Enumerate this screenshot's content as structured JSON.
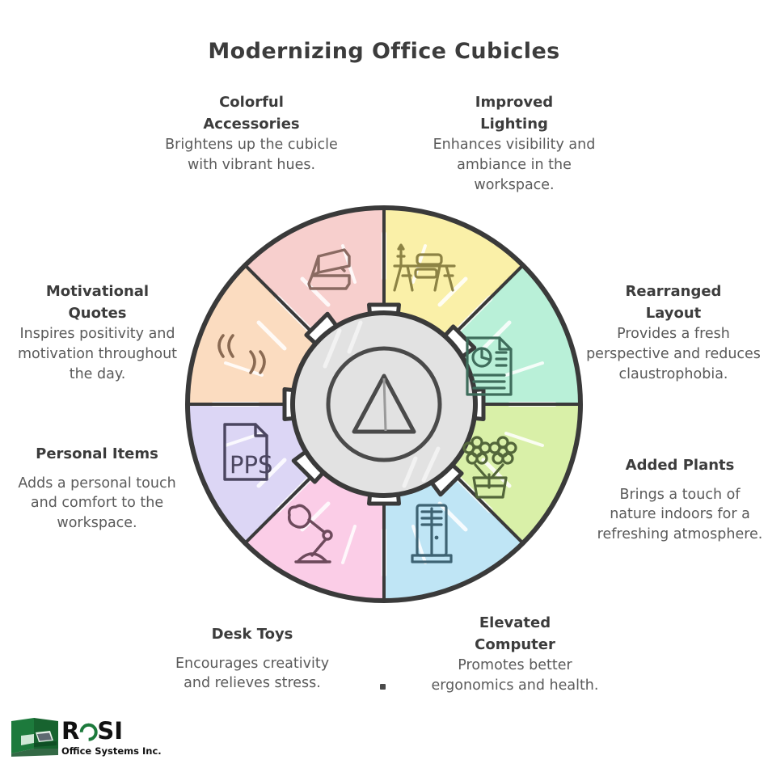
{
  "header": {
    "title": "Modernizing Office Cubicles"
  },
  "wheel": {
    "center_icon": "triangle-in-circle-icon",
    "hub_color": "#e2e2e2",
    "outline_color": "#3a3a3a",
    "segments": [
      {
        "key": "colorful-accessories",
        "title": "Colorful\nAccessories",
        "title_line1": "Colorful",
        "title_line2": "Accessories",
        "desc": "Brightens up the cubicle with vibrant hues.",
        "color": "#f7cfcd",
        "icon": "stapler-icon",
        "icon_color": "#8a6a62"
      },
      {
        "key": "improved-lighting",
        "title": "Improved\nLighting",
        "title_line1": "Improved",
        "title_line2": "Lighting",
        "desc": "Enhances visibility and ambiance in the workspace.",
        "color": "#faf0a8",
        "icon": "desk-workbench-icon",
        "icon_color": "#8d8344"
      },
      {
        "key": "rearranged-layout",
        "title": "Rearranged\nLayout",
        "title_line1": "Rearranged",
        "title_line2": "Layout",
        "desc": "Provides a fresh perspective and reduces claustrophobia.",
        "color": "#b9f0d8",
        "icon": "report-document-icon",
        "icon_color": "#3f6d5c"
      },
      {
        "key": "added-plants",
        "title": "Added Plants",
        "title_line1": "Added Plants",
        "title_line2": "",
        "desc": "Brings a touch of nature indoors for a refreshing atmosphere.",
        "color": "#d9f0a8",
        "icon": "potted-flowers-icon",
        "icon_color": "#53663a"
      },
      {
        "key": "elevated-computer",
        "title": "Elevated\nComputer",
        "title_line1": "Elevated",
        "title_line2": "Computer",
        "desc": "Promotes better ergonomics and health.",
        "color": "#bfe5f5",
        "icon": "computer-tower-icon",
        "icon_color": "#3e6373"
      },
      {
        "key": "desk-toys",
        "title": "Desk Toys",
        "title_line1": "Desk Toys",
        "title_line2": "",
        "desc": "Encourages creativity and relieves stress.",
        "color": "#fbcde7",
        "icon": "desk-lamp-icon",
        "icon_color": "#6d4a5c"
      },
      {
        "key": "personal-items",
        "title": "Personal Items",
        "title_line1": "Personal Items",
        "title_line2": "",
        "desc": "Adds a personal touch and comfort to the workspace.",
        "color": "#dcd6f5",
        "icon": "pps-file-icon",
        "icon_label": "PPS",
        "icon_color": "#4b4660"
      },
      {
        "key": "motivational-quotes",
        "title": "Motivational\nQuotes",
        "title_line1": "Motivational",
        "title_line2": "Quotes",
        "desc": "Inspires positivity and motivation throughout the day.",
        "color": "#fbdcc0",
        "icon": "quotation-marks-icon",
        "icon_color": "#8a6a52"
      }
    ]
  },
  "marks": {
    "bullet_dot": "·"
  },
  "logo": {
    "brand": "R",
    "brand_rest": "SI",
    "tagline": "Office Systems Inc.",
    "mark": "cubicle-desk-icon",
    "green": "#1d7a3c",
    "dark_green": "#17632f"
  }
}
